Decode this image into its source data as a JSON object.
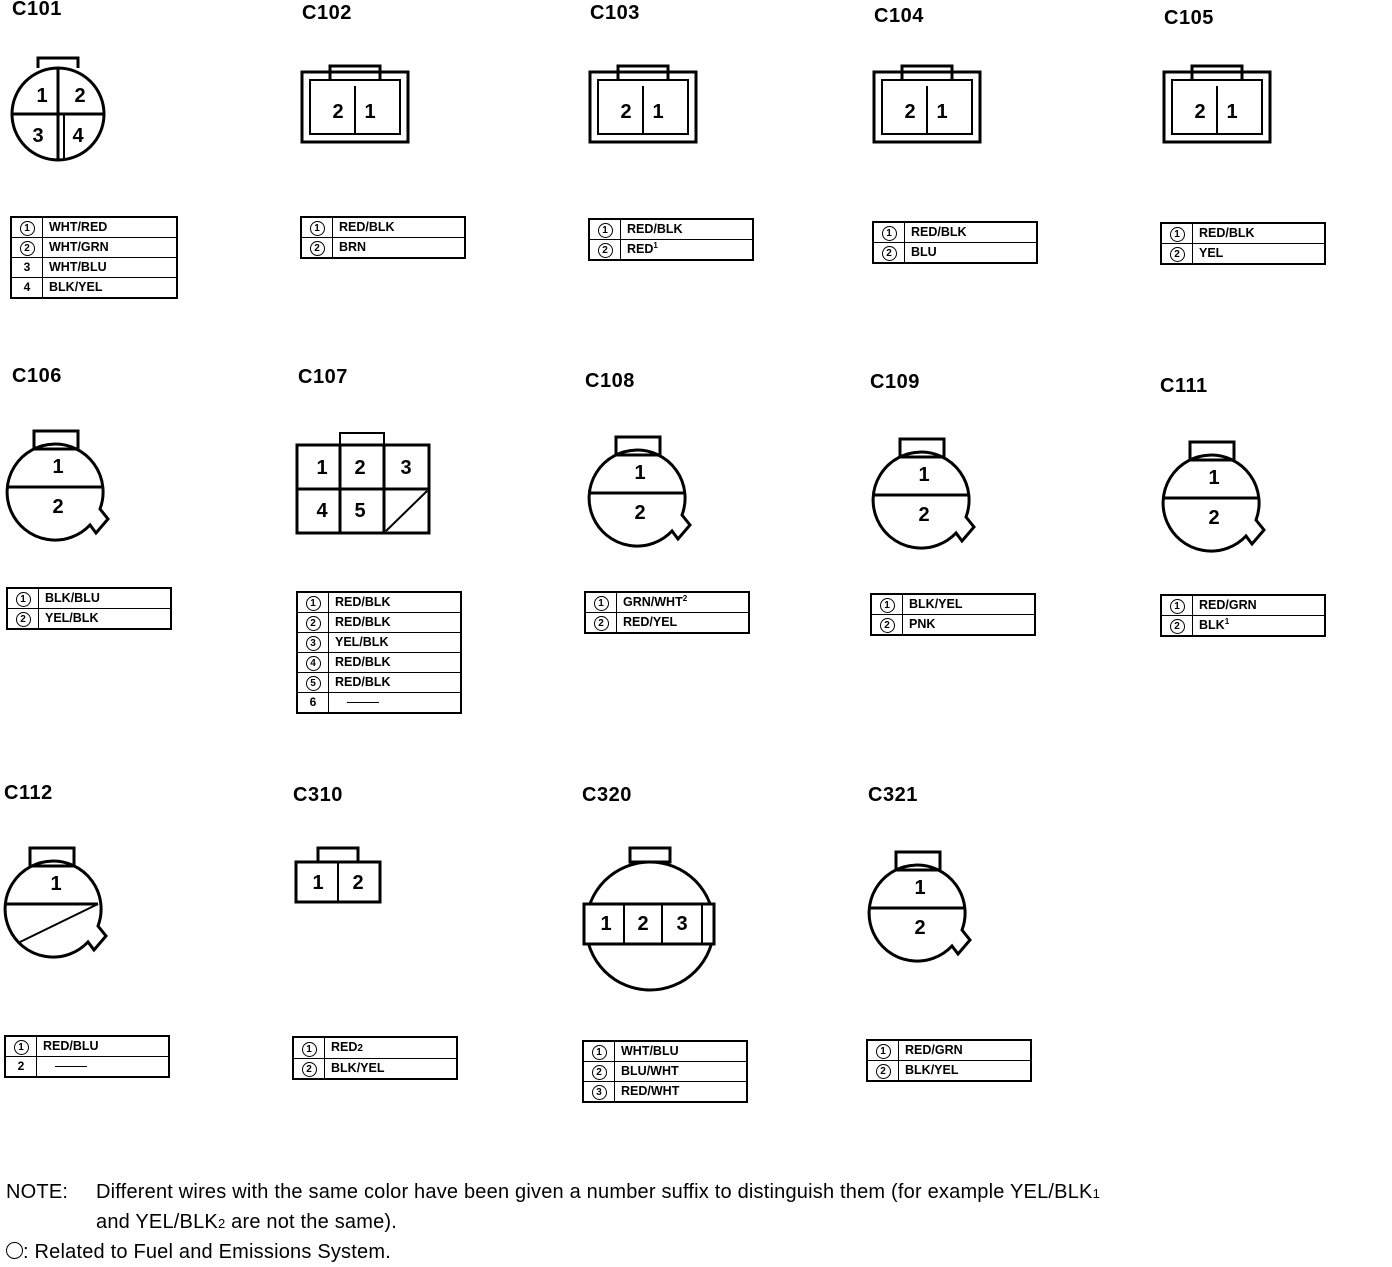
{
  "connectors": [
    {
      "id": "C101",
      "pins": [
        {
          "pin": "1",
          "circled": true,
          "color": "WHT/RED"
        },
        {
          "pin": "2",
          "circled": true,
          "color": "WHT/GRN"
        },
        {
          "pin": "3",
          "circled": false,
          "color": "WHT/BLU"
        },
        {
          "pin": "4",
          "circled": false,
          "color": "BLK/YEL"
        }
      ]
    },
    {
      "id": "C102",
      "pins": [
        {
          "pin": "1",
          "circled": true,
          "color": "RED/BLK"
        },
        {
          "pin": "2",
          "circled": true,
          "color": "BRN"
        }
      ]
    },
    {
      "id": "C103",
      "pins": [
        {
          "pin": "1",
          "circled": true,
          "color": "RED/BLK"
        },
        {
          "pin": "2",
          "circled": true,
          "color": "RED",
          "sup": "1"
        }
      ]
    },
    {
      "id": "C104",
      "pins": [
        {
          "pin": "1",
          "circled": true,
          "color": "RED/BLK"
        },
        {
          "pin": "2",
          "circled": true,
          "color": "BLU"
        }
      ]
    },
    {
      "id": "C105",
      "pins": [
        {
          "pin": "1",
          "circled": true,
          "color": "RED/BLK"
        },
        {
          "pin": "2",
          "circled": true,
          "color": "YEL"
        }
      ]
    },
    {
      "id": "C106",
      "pins": [
        {
          "pin": "1",
          "circled": true,
          "color": "BLK/BLU"
        },
        {
          "pin": "2",
          "circled": true,
          "color": "YEL/BLK"
        }
      ]
    },
    {
      "id": "C107",
      "pins": [
        {
          "pin": "1",
          "circled": true,
          "color": "RED/BLK"
        },
        {
          "pin": "2",
          "circled": true,
          "color": "RED/BLK"
        },
        {
          "pin": "3",
          "circled": true,
          "color": "YEL/BLK"
        },
        {
          "pin": "4",
          "circled": true,
          "color": "RED/BLK"
        },
        {
          "pin": "5",
          "circled": true,
          "color": "RED/BLK"
        },
        {
          "pin": "6",
          "circled": false,
          "color": "",
          "dash": true
        }
      ]
    },
    {
      "id": "C108",
      "pins": [
        {
          "pin": "1",
          "circled": true,
          "color": "GRN/WHT",
          "sup": "2"
        },
        {
          "pin": "2",
          "circled": true,
          "color": "RED/YEL"
        }
      ]
    },
    {
      "id": "C109",
      "pins": [
        {
          "pin": "1",
          "circled": true,
          "color": "BLK/YEL"
        },
        {
          "pin": "2",
          "circled": true,
          "color": "PNK"
        }
      ]
    },
    {
      "id": "C111",
      "pins": [
        {
          "pin": "1",
          "circled": true,
          "color": "RED/GRN"
        },
        {
          "pin": "2",
          "circled": true,
          "color": "BLK",
          "sup": "1"
        }
      ]
    },
    {
      "id": "C112",
      "pins": [
        {
          "pin": "1",
          "circled": true,
          "color": "RED/BLU"
        },
        {
          "pin": "2",
          "circled": false,
          "color": "",
          "dash": true
        }
      ]
    },
    {
      "id": "C310",
      "pins": [
        {
          "pin": "1",
          "circled": true,
          "color": "RED",
          "subscript": "2"
        },
        {
          "pin": "2",
          "circled": true,
          "color": "BLK/YEL"
        }
      ]
    },
    {
      "id": "C320",
      "pins": [
        {
          "pin": "1",
          "circled": true,
          "color": "WHT/BLU"
        },
        {
          "pin": "2",
          "circled": true,
          "color": "BLU/WHT"
        },
        {
          "pin": "3",
          "circled": true,
          "color": "RED/WHT"
        }
      ]
    },
    {
      "id": "C321",
      "pins": [
        {
          "pin": "1",
          "circled": true,
          "color": "RED/GRN"
        },
        {
          "pin": "2",
          "circled": true,
          "color": "BLK/YEL"
        }
      ]
    }
  ],
  "notes": {
    "label": "NOTE:",
    "line1": "Different wires with the same color have been given a number suffix to distinguish them (for example YEL/BLK",
    "line1_sub": "1",
    "line2_a": "and YEL/BLK",
    "line2_sub": "2",
    "line2_b": " are not the same).",
    "legend": ": Related to Fuel and Emissions System."
  }
}
